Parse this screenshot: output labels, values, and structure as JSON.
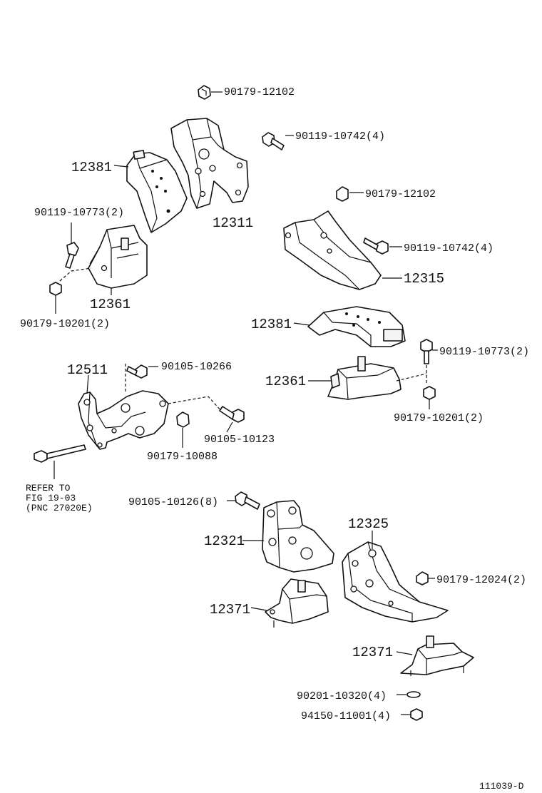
{
  "labels": {
    "p_90179_12102_a": "90179-12102",
    "p_90119_10742_a": "90119-10742(4)",
    "p_12381_a": "12381",
    "p_12311": "12311",
    "p_90119_10773_a": "90119-10773(2)",
    "p_12361_a": "12361",
    "p_90179_10201_a": "90179-10201(2)",
    "p_90179_12102_b": "90179-12102",
    "p_90119_10742_b": "90119-10742(4)",
    "p_12315": "12315",
    "p_12381_b": "12381",
    "p_90119_10773_b": "90119-10773(2)",
    "p_12361_b": "12361",
    "p_90179_10201_b": "90179-10201(2)",
    "p_12511": "12511",
    "p_90105_10266": "90105-10266",
    "p_90105_10123": "90105-10123",
    "p_90179_10088": "90179-10088",
    "p_90105_10126": "90105-10126(8)",
    "p_12321": "12321",
    "p_12325": "12325",
    "p_90179_12024": "90179-12024(2)",
    "p_12371_a": "12371",
    "p_12371_b": "12371",
    "p_90201_10320": "90201-10320(4)",
    "p_94150_11001": "94150-11001(4)",
    "refer_line1": "REFER TO",
    "refer_line2": "FIG 19-03",
    "refer_line3": "(PNC 27020E)",
    "diagram_code": "111039-D"
  }
}
